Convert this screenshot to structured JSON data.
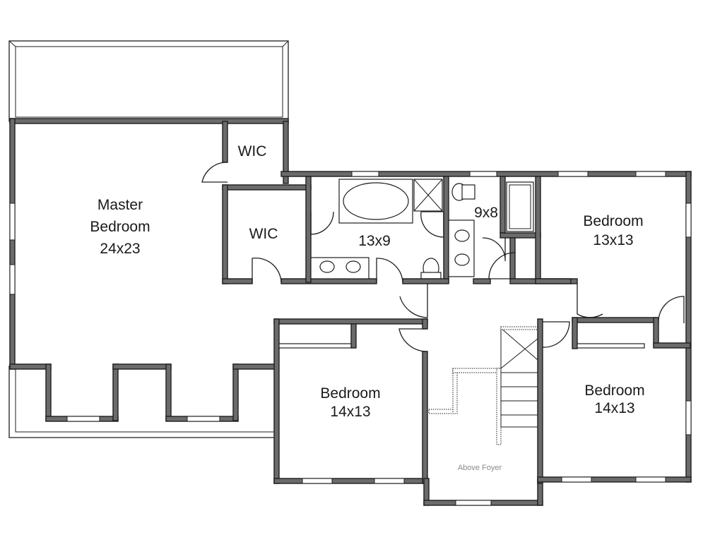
{
  "rooms": {
    "master": {
      "name_line1": "Master",
      "name_line2": "Bedroom",
      "size": "24x23"
    },
    "wic_upper": {
      "name": "WIC"
    },
    "wic_lower": {
      "name": "WIC"
    },
    "master_bath": {
      "size": "13x9"
    },
    "hall_bath": {
      "size": "9x8"
    },
    "bedroom_ne": {
      "name": "Bedroom",
      "size": "13x13"
    },
    "bedroom_center": {
      "name": "Bedroom",
      "size": "14x13"
    },
    "bedroom_se": {
      "name": "Bedroom",
      "size": "14x13"
    },
    "foyer": {
      "label": "Above Foyer"
    }
  }
}
